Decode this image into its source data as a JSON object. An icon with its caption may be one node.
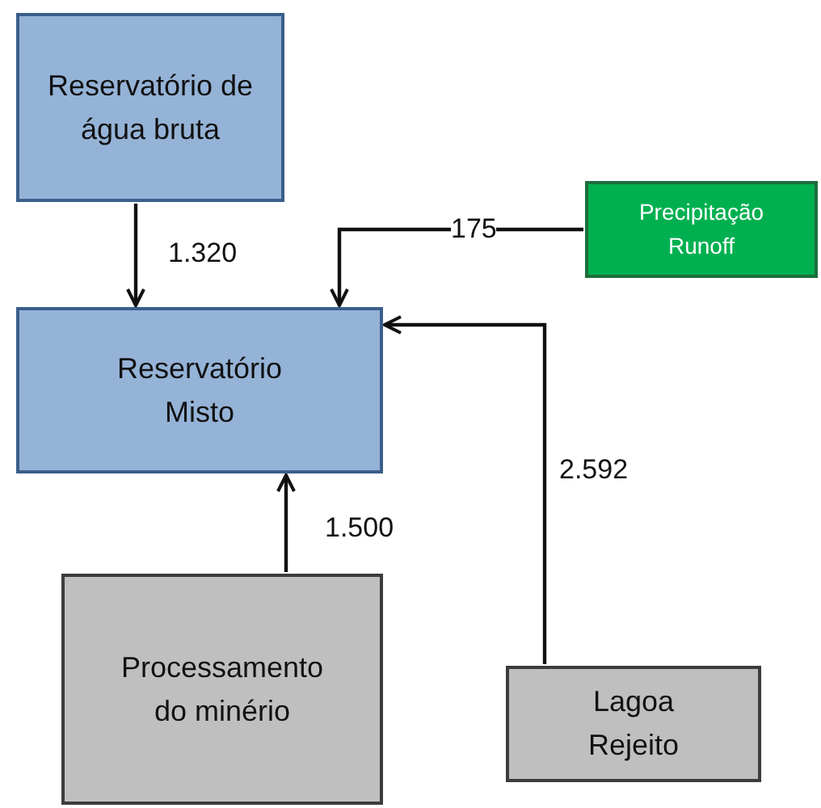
{
  "diagram": {
    "nodes": [
      {
        "text": [
          "Reservatório de água bruta"
        ]
      },
      {
        "text": [
          "Precipitação Runoff"
        ]
      },
      {
        "text": [
          "Reservatório Misto"
        ]
      },
      {
        "text": [
          "Processamento do minério"
        ]
      },
      {
        "text": [
          "Lagoa Rejeito"
        ]
      }
    ],
    "edges": [
      {
        "from": 0,
        "to": 2,
        "arrow": "to",
        "label": "1.320"
      },
      {
        "from": 1,
        "to": 2,
        "arrow": "to",
        "label": "175"
      },
      {
        "from": 3,
        "to": 2,
        "arrow": "to",
        "label": "1.500"
      },
      {
        "from": 4,
        "to": 2,
        "arrow": "to",
        "label": "2.592"
      }
    ]
  }
}
